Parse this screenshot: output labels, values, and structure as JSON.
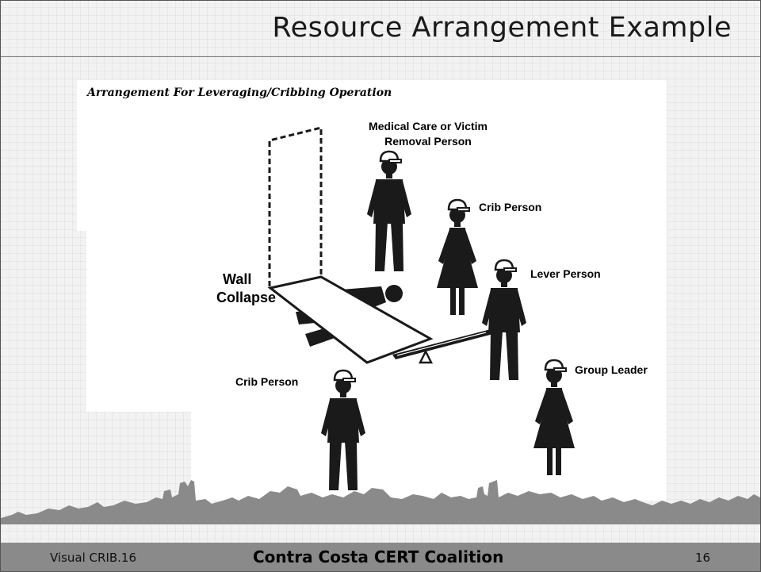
{
  "slide": {
    "title": "Resource Arrangement Example",
    "caption": "Arrangement For Leveraging/Cribbing Operation",
    "labels": {
      "medical_line1": "Medical Care or Victim",
      "medical_line2": "Removal Person",
      "crib_top": "Crib Person",
      "lever": "Lever Person",
      "wall_line1": "Wall",
      "wall_line2": "Collapse",
      "crib_bottom": "Crib Person",
      "group_leader": "Group Leader"
    }
  },
  "footer": {
    "left": "Visual CRIB.16",
    "center": "Contra Costa CERT Coalition",
    "page": "16"
  },
  "colors": {
    "figure": "#1a1a1a",
    "footer_bar": "#8a8a8a"
  }
}
